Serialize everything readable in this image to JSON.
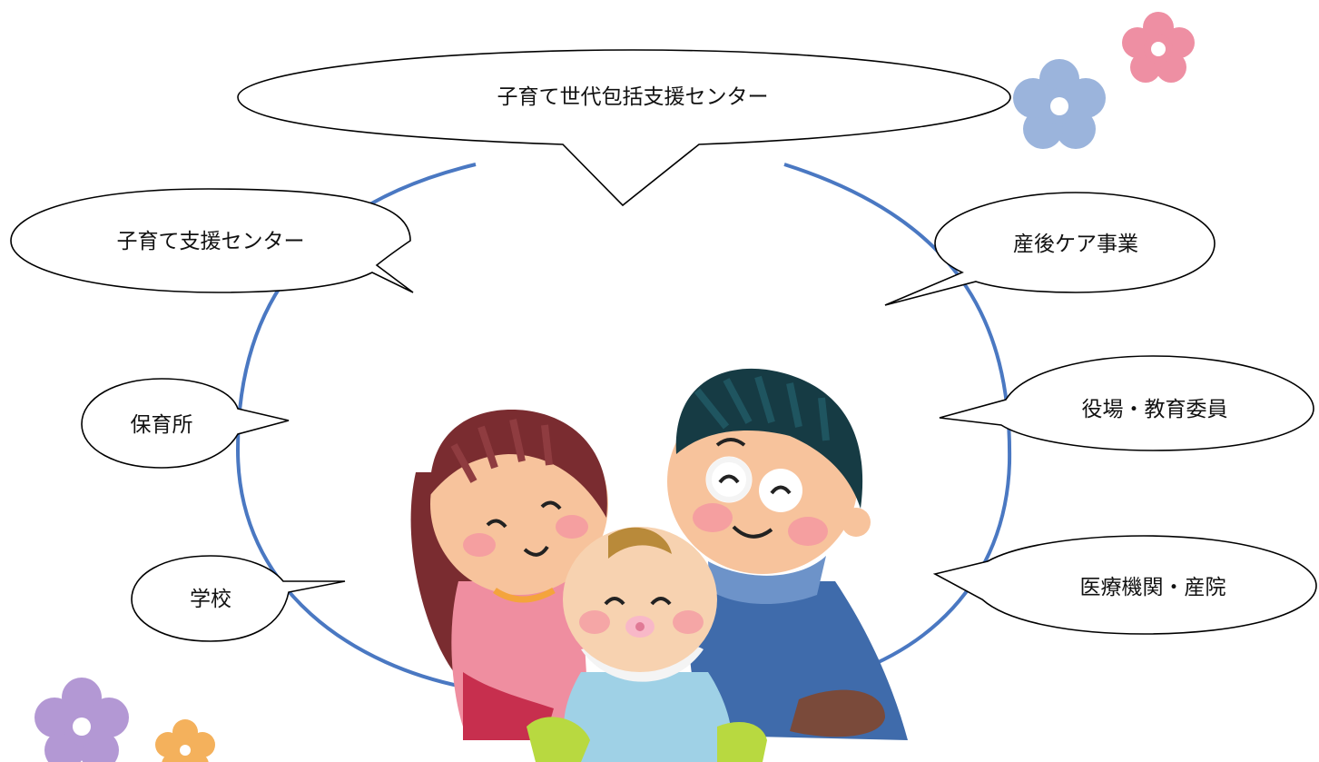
{
  "center_label": "子育て世代包括支援センター",
  "nodes": {
    "kosodate_center": "子育て支援センター",
    "sango_care": "産後ケア事業",
    "hoikusho": "保育所",
    "yakuba": "役場・教育委員",
    "gakko": "学校",
    "iryo": "医療機関・産院"
  },
  "colors": {
    "ring": "#4a78c2",
    "bubble_stroke": "#000000",
    "flower_pink": "#ee8fa3",
    "flower_blue": "#9bb4dc",
    "flower_purple": "#b398d4",
    "flower_orange": "#f4b15c"
  },
  "illustration": "family-illustration"
}
